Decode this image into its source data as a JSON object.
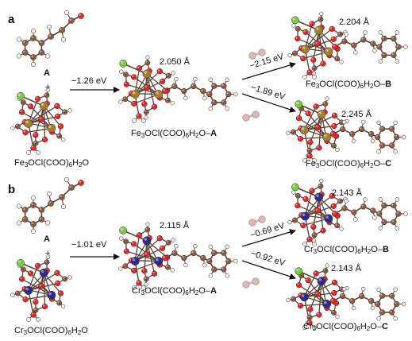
{
  "panels": [
    {
      "letter": "a",
      "reactant_label": "A",
      "plus": "+",
      "catalyst": {
        "pre": "Fe",
        "s1": "3",
        "mid": "OCl(COO)",
        "s2": "6",
        "pre2": "H",
        "s3": "2",
        "post": "O"
      },
      "main_arrow_energy": "−1.26 eV",
      "intermediate": {
        "bond": "2.050 Å",
        "pre": "Fe",
        "s1": "3",
        "mid": "OCl(COO)",
        "s2": "6",
        "pre2": "H",
        "s3": "2",
        "post": "O–",
        "suffix": "A"
      },
      "upper_arrow_energy": "−2.15 eV",
      "lower_arrow_energy": "−1.89 eV",
      "product_b": {
        "bond": "2.204 Å",
        "pre": "Fe",
        "s1": "3",
        "mid": "OCl(COO)",
        "s2": "6",
        "pre2": "H",
        "s3": "2",
        "post": "O–",
        "suffix": "B"
      },
      "product_c": {
        "bond": "2.245 Å",
        "pre": "Fe",
        "s1": "3",
        "mid": "OCl(COO)",
        "s2": "6",
        "pre2": "H",
        "s3": "2",
        "post": "O–",
        "suffix": "C"
      },
      "metal_color": "#a67c2e"
    },
    {
      "letter": "b",
      "reactant_label": "A",
      "plus": "+",
      "catalyst": {
        "pre": "Cr",
        "s1": "3",
        "mid": "OCl(COO)",
        "s2": "6",
        "pre2": "H",
        "s3": "2",
        "post": "O"
      },
      "main_arrow_energy": "−1.01 eV",
      "intermediate": {
        "bond": "2.115 Å",
        "pre": "Cr",
        "s1": "3",
        "mid": "OCl(COO)",
        "s2": "6",
        "pre2": "H",
        "s3": "2",
        "post": "O–",
        "suffix": "A"
      },
      "upper_arrow_energy": "−0.69 eV",
      "lower_arrow_energy": "−0.92 eV",
      "product_b": {
        "bond": "2.143 Å",
        "pre": "Cr",
        "s1": "3",
        "mid": "OCl(COO)",
        "s2": "6",
        "pre2": "H",
        "s3": "2",
        "post": "O–",
        "suffix": "B"
      },
      "product_c": {
        "bond": "2.143 Å",
        "pre": "Cr",
        "s1": "3",
        "mid": "OCl(COO)",
        "s2": "6",
        "pre2": "H",
        "s3": "2",
        "post": "O–",
        "suffix": "C"
      },
      "metal_color": "#2b2b8c"
    }
  ],
  "colors": {
    "carbon": "#8a5a44",
    "hydrogen": "#f2eeee",
    "oxygen": "#e0262a",
    "chlorine": "#7ac943",
    "h2_molecule": "#d9b8b8",
    "arrow": "#111111"
  }
}
